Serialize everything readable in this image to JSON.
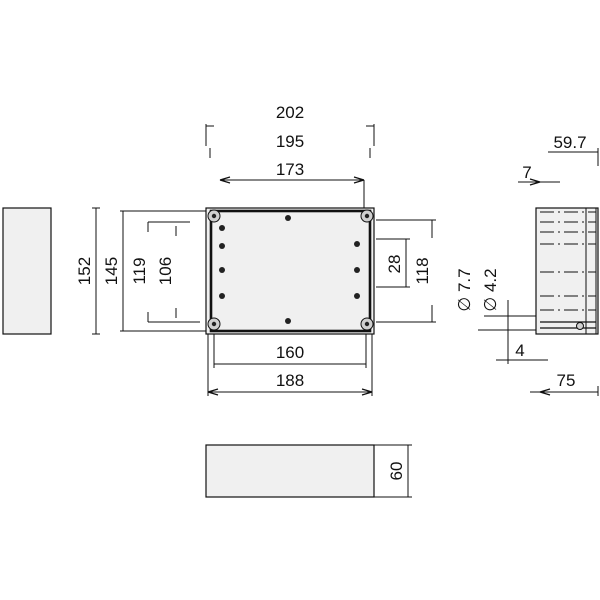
{
  "drawing": {
    "dimensions": {
      "top_outer_width": "202",
      "top_lid_width": "195",
      "top_hole_spacing": "173",
      "left_height_152": "152",
      "left_height_145": "145",
      "left_height_119": "119",
      "left_height_106": "106",
      "right_spacing_28": "28",
      "right_height_118": "118",
      "bottom_hole_spacing": "160",
      "bottom_outer_width": "188",
      "side_depth_59_7": "59.7",
      "side_offset_7": "7",
      "hole_dia_7_7": "∅ 7.7",
      "hole_dia_4_2": "∅ 4.2",
      "side_offset_4": "4",
      "side_total_75": "75",
      "front_height_60": "60"
    }
  }
}
